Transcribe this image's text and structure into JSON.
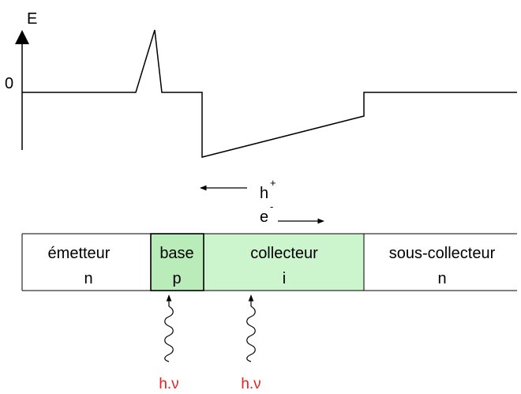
{
  "axis": {
    "y_label": "E",
    "zero_label": "0"
  },
  "carriers": {
    "hole": {
      "symbol": "h",
      "charge": "+"
    },
    "electron": {
      "symbol": "e",
      "charge": "-"
    }
  },
  "regions": [
    {
      "name": "émetteur",
      "doping": "n",
      "fill": "#ffffff",
      "illuminated": false
    },
    {
      "name": "base",
      "doping": "p",
      "fill": "#b9ecb9",
      "illuminated": true
    },
    {
      "name": "collecteur",
      "doping": "i",
      "fill": "#cdf5cd",
      "illuminated": true
    },
    {
      "name": "sous-collecteur",
      "doping": "n",
      "fill": "#ffffff",
      "illuminated": false
    }
  ],
  "photon": {
    "label": "h.ν",
    "color": "#ee1c1c"
  },
  "colors": {
    "line": "#000000"
  }
}
